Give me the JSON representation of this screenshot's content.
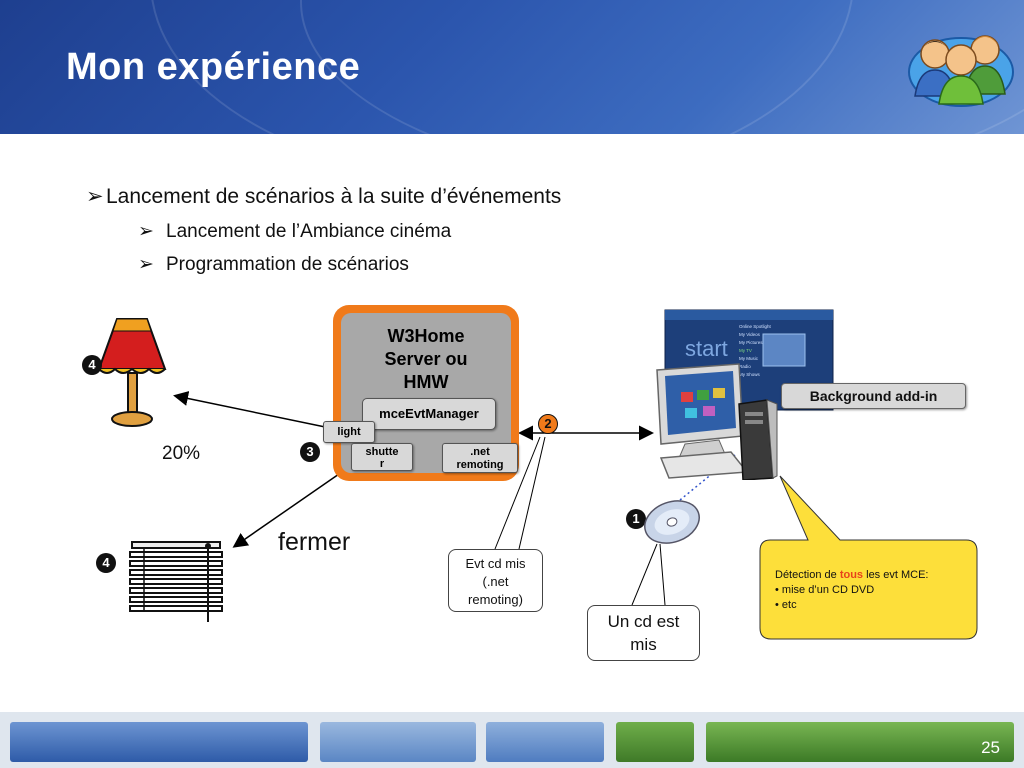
{
  "slide": {
    "title": "Mon expérience",
    "page_number": "25"
  },
  "bullets": {
    "main": "Lancement de scénarios à la suite d’événements",
    "sub1": "Lancement de l’Ambiance cinéma",
    "sub2": "Programmation de scénarios",
    "marker": "➢"
  },
  "server": {
    "title_line1": "W3Home",
    "title_line2": "Server ou",
    "title_line3": "HMW",
    "manager_label": "mceEvtManager",
    "light_label": "light",
    "shutter_line1": "shutte",
    "shutter_line2": "r",
    "remoting_line1": ".net",
    "remoting_line2": "remoting"
  },
  "badges": {
    "one": "1",
    "two": "2",
    "three": "3",
    "four": "4"
  },
  "labels": {
    "lamp_value": "20%",
    "shutter_action": "fermer",
    "background_addin": "Background add-in"
  },
  "callouts": {
    "evt_line1": "Evt cd mis",
    "evt_line2": "(.net",
    "evt_line3": "remoting)",
    "cd_line1": "Un cd est",
    "cd_line2": "mis",
    "detect_prefix": "Détection de ",
    "detect_highlight": "tous",
    "detect_suffix": " les evt MCE:",
    "detect_item1": "• mise d’un CD DVD",
    "detect_item2": "• etc"
  },
  "mce_screen": {
    "start_text": "start",
    "menu": [
      "Online Spotlight",
      "My Videos",
      "My Pictures",
      "My TV",
      "My Music",
      "Radio",
      "My Shows"
    ]
  },
  "colors": {
    "header_blue": "#2b55ad",
    "server_orange": "#f07a1a",
    "callout_yellow": "#fddf3a",
    "highlight_red": "#e8431a"
  },
  "icons": {
    "lamp": "lamp-icon",
    "blinds": "window-blinds-icon",
    "computer": "computer-icon",
    "cd": "cd-icon",
    "users": "users-group-icon"
  }
}
